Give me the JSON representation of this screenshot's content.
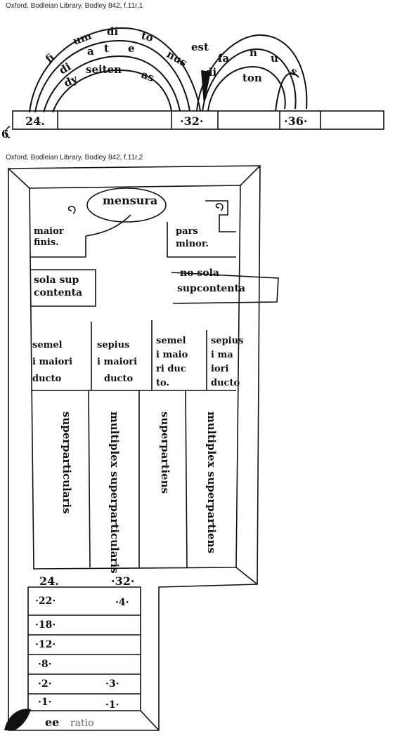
{
  "captions": {
    "top": "Oxford, Bodleian Library, Bodley 842, f.11r,1",
    "bottom": "Oxford, Bodleian Library, Bodley 842, f.11r,2"
  },
  "arc_diagram": {
    "outer_words": [
      "fi",
      "um",
      "di",
      "to",
      "nus",
      "est",
      "fa",
      "n",
      "u",
      "s"
    ],
    "middle_words": [
      "di",
      "a",
      "t",
      "e"
    ],
    "inner_words": [
      "dy",
      "seiten",
      "as",
      "di",
      "ton"
    ],
    "ruler_marks": [
      "24.",
      "·32·",
      "·36·"
    ],
    "left_mark": "6"
  },
  "table": {
    "title": "mensura",
    "maior": [
      "maior",
      "finis."
    ],
    "pars_minor": [
      "pars",
      "minor."
    ],
    "sola": [
      "sola sup",
      "contenta"
    ],
    "non_sola": [
      "no sola",
      "supcontenta"
    ],
    "cols": [
      [
        "semel",
        "i maiori",
        "ducto"
      ],
      [
        "sepius",
        "i maiori",
        "ducto"
      ],
      [
        "semel",
        "i maio",
        "ri duc",
        "to."
      ],
      [
        "sepius",
        "i ma",
        "iori",
        "ducto"
      ]
    ],
    "verticals": [
      "superparticularis",
      "multiplex superparticularis",
      "superpartiens",
      "multiplex superpartiens"
    ],
    "bottom_marks": [
      "24.",
      "·32·"
    ],
    "rows": [
      {
        "left": "·22·",
        "right": "·4·"
      },
      {
        "left": "·18·",
        "right": ""
      },
      {
        "left": "·12·",
        "right": ""
      },
      {
        "left": "·8·",
        "right": ""
      },
      {
        "left": "·2·",
        "right": "·3·"
      },
      {
        "left": "·1·",
        "right": "·1·"
      }
    ],
    "footer": "ratio"
  }
}
